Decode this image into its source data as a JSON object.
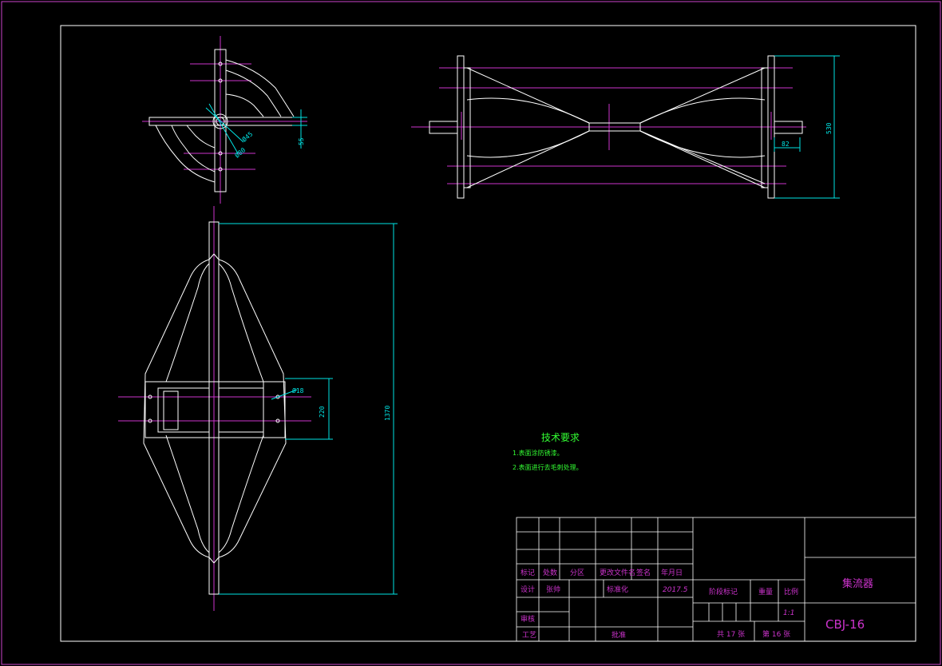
{
  "colors": {
    "background": "#000000",
    "outline": "#ffffff",
    "border": "#cc44cc",
    "centerline": "#cc33cc",
    "dimension": "#00e5e5",
    "note_text": "#33ff33",
    "table_text": "#cc33cc"
  },
  "dimensions": {
    "dia_top_1": "Ø45",
    "dia_top_2": "Ø80",
    "top_height": "55",
    "height_total": "1370",
    "hole_dia": "Ø18",
    "hole_spacing": "220",
    "side_width": "530",
    "side_offset": "82"
  },
  "tech_requirements": {
    "title": "技术要求",
    "notes": [
      "1.表面涂防锈漆。",
      "2.表面进行去毛刺处理。"
    ]
  },
  "title_block": {
    "headers": [
      "标记",
      "处数",
      "分区",
      "更改文件名",
      "签名",
      "年月日"
    ],
    "design_label": "设计",
    "designer": "张帅",
    "standardization": "标准化",
    "date": "2017.5",
    "review": "审核",
    "process": "工艺",
    "approve": "批准",
    "stage_mark": "阶段标记",
    "weight": "重量",
    "scale_label": "比例",
    "scale": "1:1",
    "sheets_total": "共 17 张",
    "sheet_no": "第 16 张",
    "part_name": "集流器",
    "drawing_no": "CBJ-16"
  }
}
